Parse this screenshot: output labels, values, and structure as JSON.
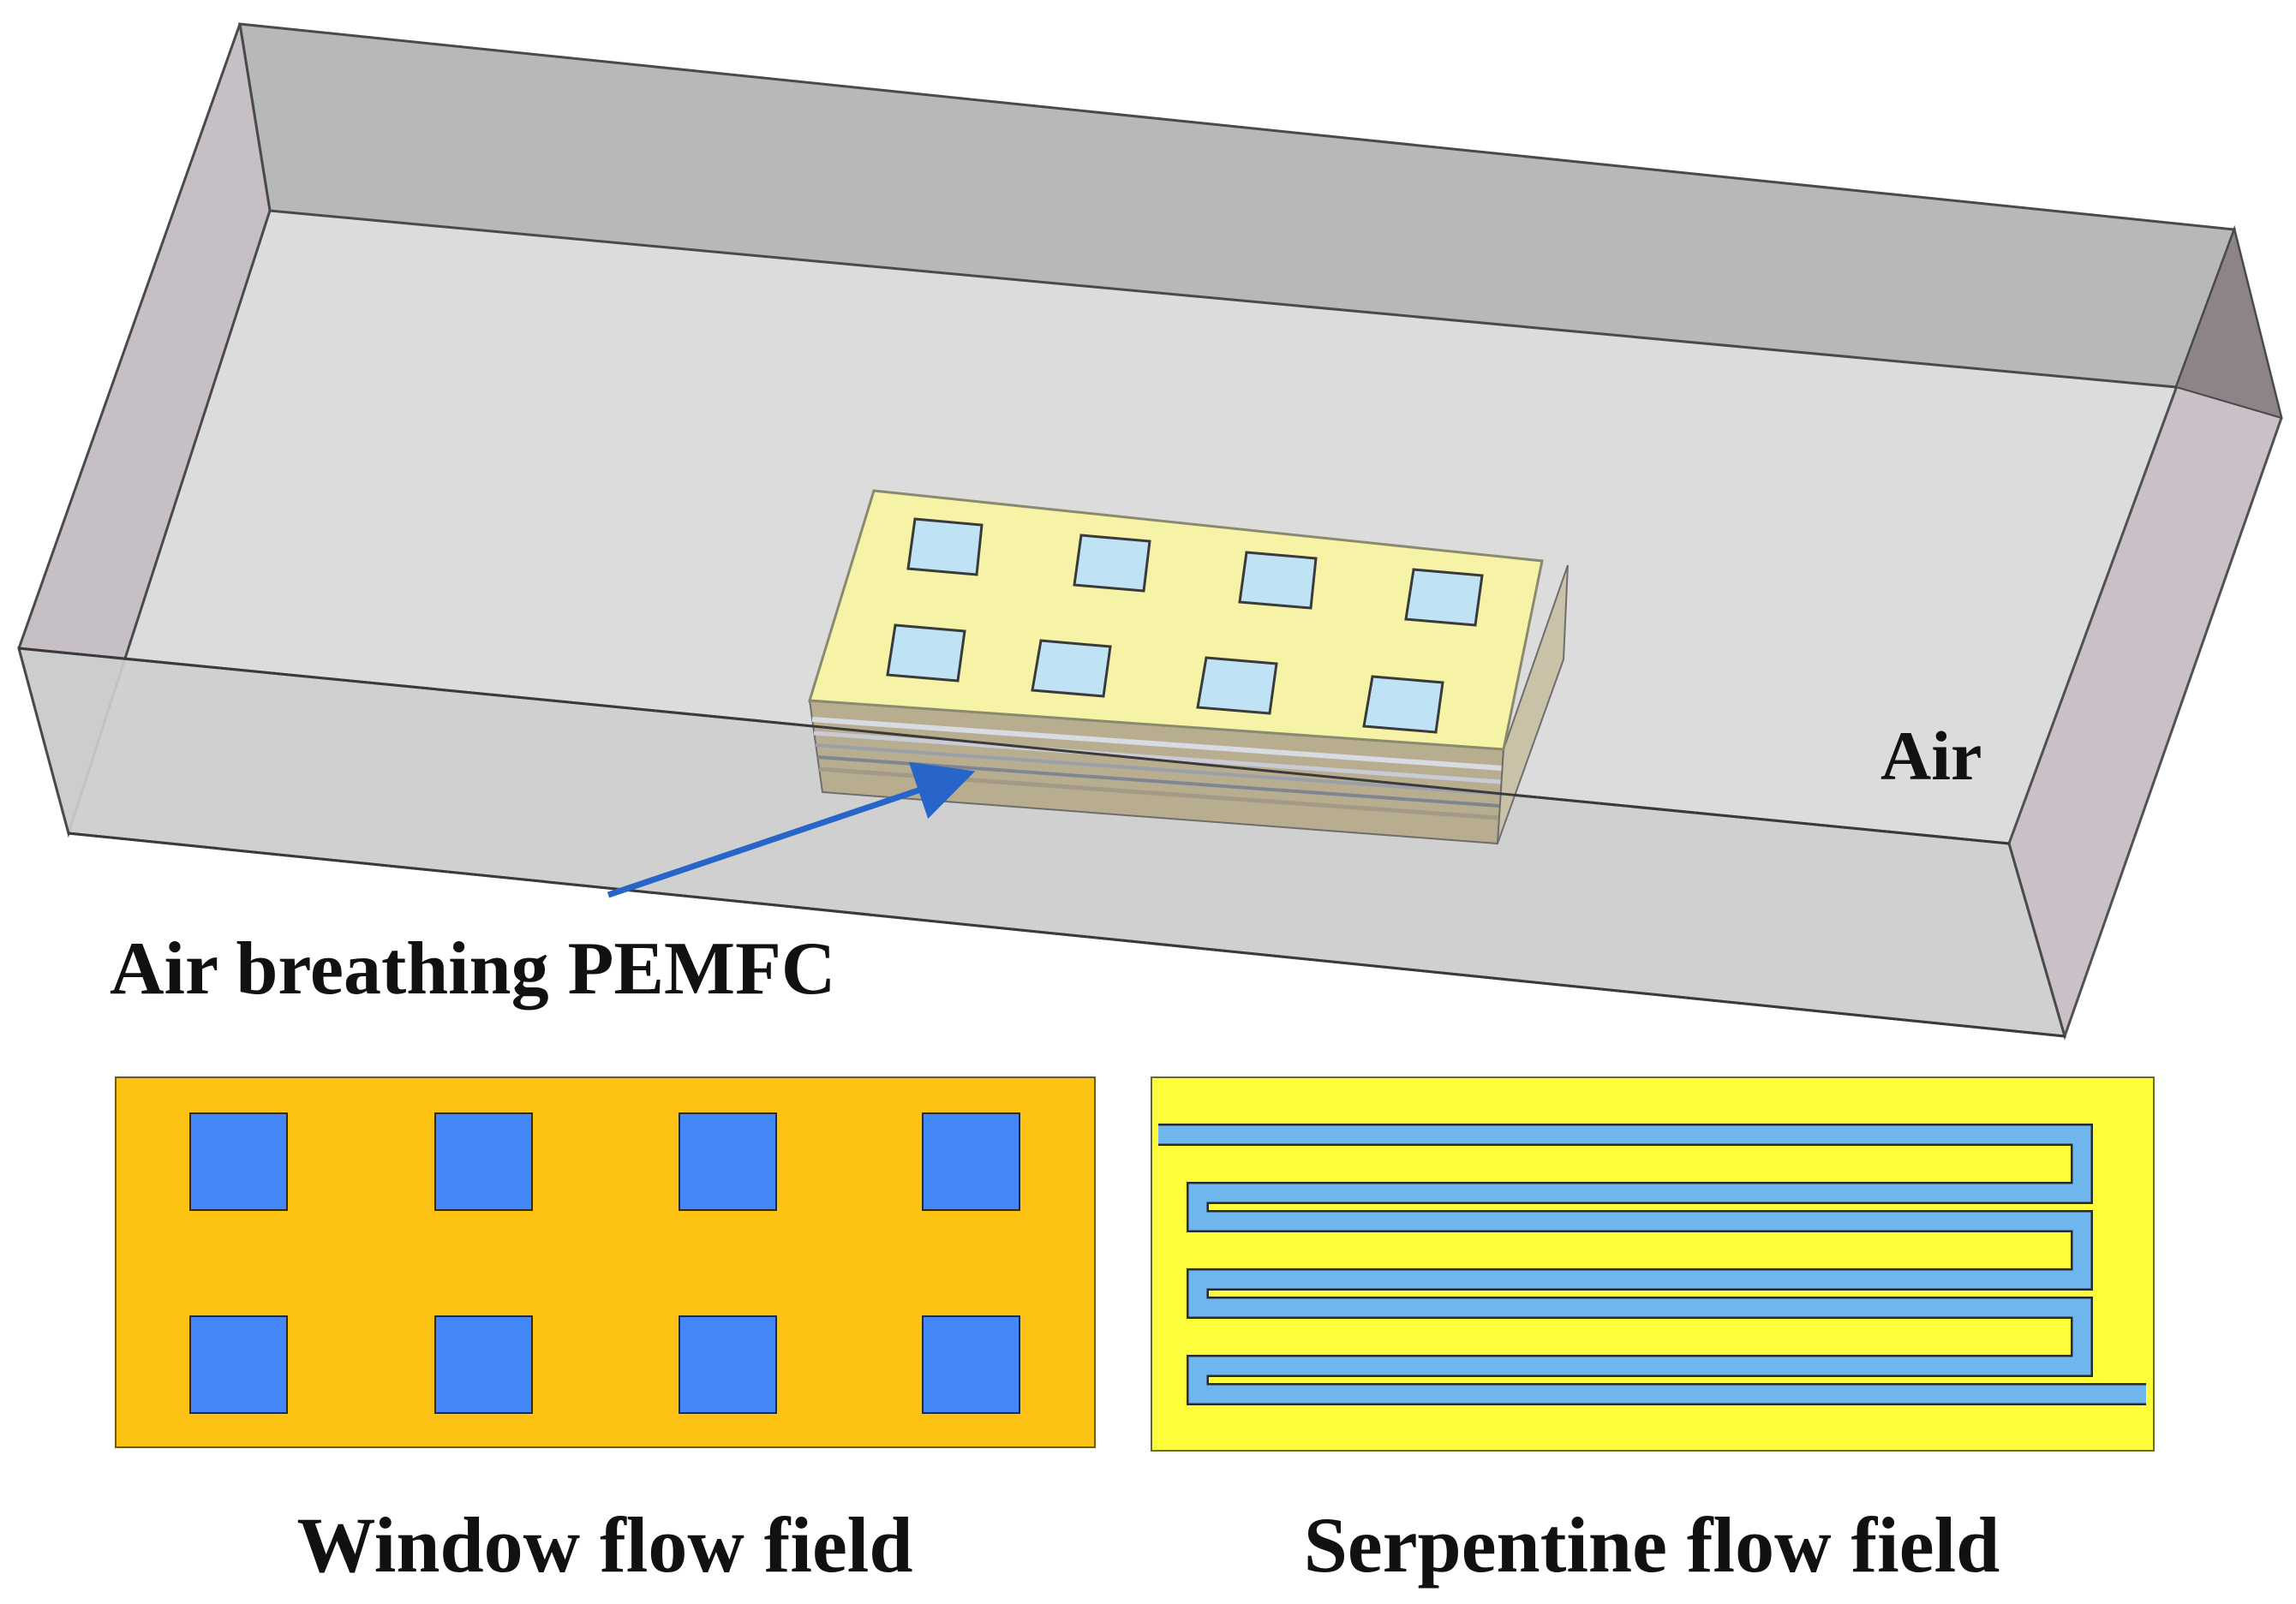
{
  "labels": {
    "air": "Air",
    "pemfc": "Air breathing PEMFC",
    "window_caption": "Window flow field",
    "serpentine_caption": "Serpentine flow field"
  },
  "colors": {
    "domain_face": "#b9b9b9",
    "domain_side": "#c8c0c6",
    "domain_floor": "#d4d4d4",
    "cell_top": "#f4f0a0",
    "cell_window": "#bfe3f5",
    "window_plate": "#fcc214",
    "window_holes": "#4488f8",
    "serp_plate": "#fdfd3c",
    "serp_channel": "#6fb6ee",
    "arrow": "#2766c8"
  }
}
